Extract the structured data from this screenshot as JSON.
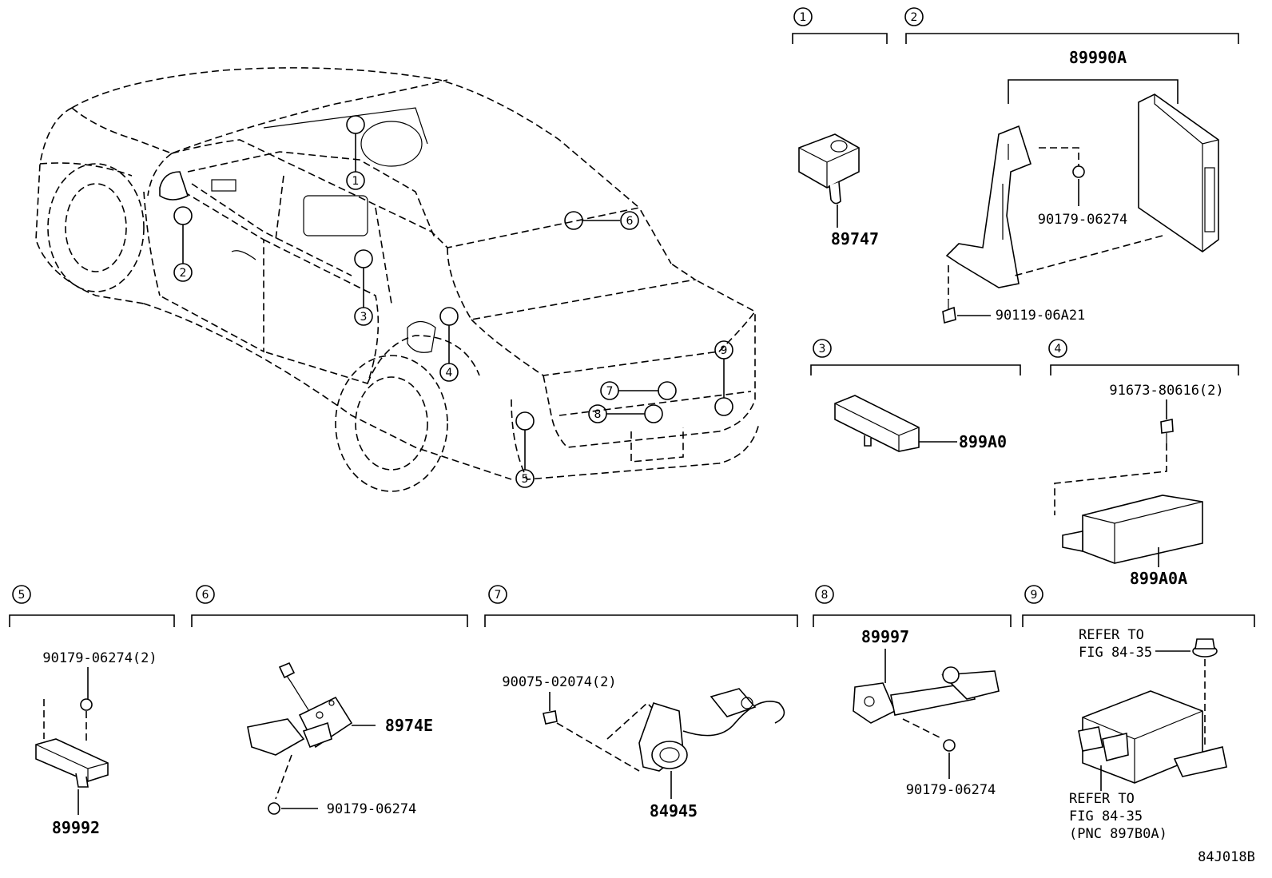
{
  "diagram_id": "84J018B",
  "sections": [
    {
      "num": "1",
      "parts": [
        "89747"
      ]
    },
    {
      "num": "2",
      "parts": [
        "89990A",
        "90179-06274",
        "90119-06A21"
      ]
    },
    {
      "num": "3",
      "parts": [
        "899A0"
      ]
    },
    {
      "num": "4",
      "parts": [
        "91673-80616(2)",
        "899A0A"
      ]
    },
    {
      "num": "5",
      "parts": [
        "90179-06274(2)",
        "89992"
      ]
    },
    {
      "num": "6",
      "parts": [
        "8974E",
        "90179-06274"
      ]
    },
    {
      "num": "7",
      "parts": [
        "90075-02074(2)",
        "84945"
      ]
    },
    {
      "num": "8",
      "parts": [
        "89997",
        "90179-06274"
      ]
    },
    {
      "num": "9",
      "parts": []
    }
  ],
  "refer": {
    "a_line1": "REFER TO",
    "a_line2": "FIG 84-35",
    "b_line1": "REFER TO",
    "b_line2": "FIG 84-35",
    "b_line3": "(PNC 897B0A)"
  },
  "car_callouts": [
    "1",
    "2",
    "3",
    "4",
    "5",
    "6",
    "7",
    "8",
    "9"
  ]
}
